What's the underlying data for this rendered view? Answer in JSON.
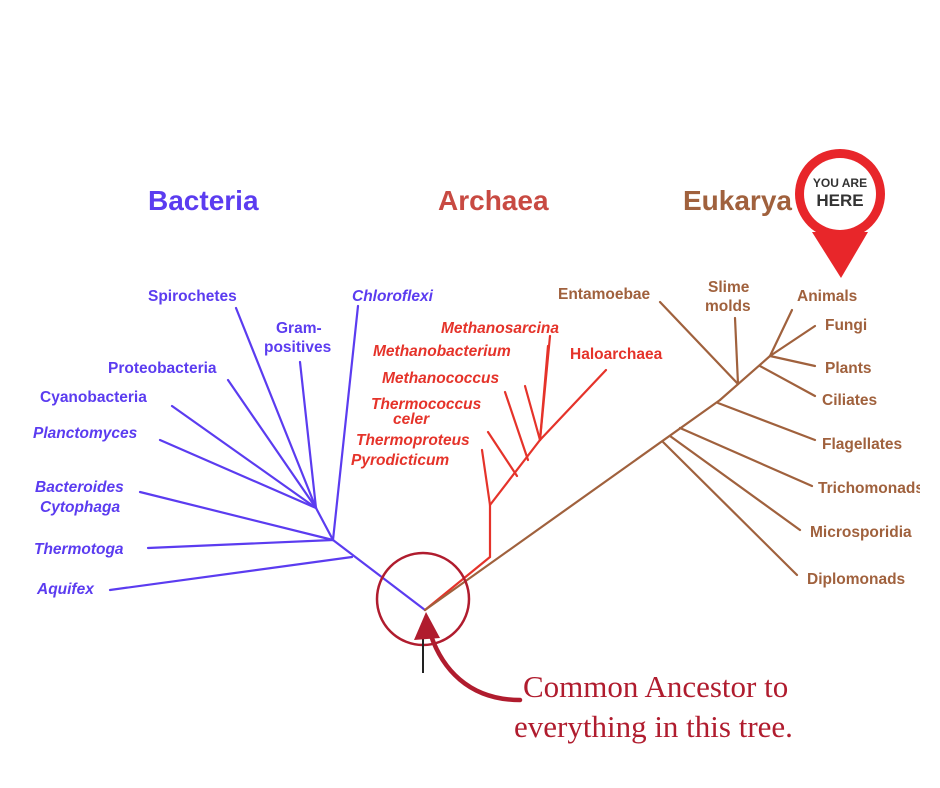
{
  "colors": {
    "bacteria": "#5b3cf0",
    "archaea": "#e5332a",
    "eukarya": "#a0613d",
    "annotation": "#b01c2e",
    "pin": "#e8262a"
  },
  "domains": {
    "bacteria": "Bacteria",
    "archaea": "Archaea",
    "eukarya": "Eukarya"
  },
  "bacteria_leaves": {
    "spirochetes": "Spirochetes",
    "gram_1": "Gram-",
    "gram_2": "positives",
    "chloroflexi": "Chloroflexi",
    "proteobacteria": "Proteobacteria",
    "cyanobacteria": "Cyanobacteria",
    "planctomyces": "Planctomyces",
    "bacteroides": "Bacteroides",
    "cytophaga": "Cytophaga",
    "thermotoga": "Thermotoga",
    "aquifex": "Aquifex"
  },
  "archaea_leaves": {
    "methanosarcina": "Methanosarcina",
    "methanobacterium": "Methanobacterium",
    "haloarchaea": "Haloarchaea",
    "methanococcus": "Methanococcus",
    "thermococcus_1": "Thermococcus",
    "thermococcus_2": "celer",
    "thermoproteus": "Thermoproteus",
    "pyrodicticum": "Pyrodicticum"
  },
  "eukarya_leaves": {
    "entamoebae": "Entamoebae",
    "slime_1": "Slime",
    "slime_2": "molds",
    "animals": "Animals",
    "fungi": "Fungi",
    "plants": "Plants",
    "ciliates": "Ciliates",
    "flagellates": "Flagellates",
    "trichomonads": "Trichomonads",
    "microsporidia": "Microsporidia",
    "diplomonads": "Diplomonads"
  },
  "pin": {
    "line1": "YOU ARE",
    "line2": "HERE"
  },
  "annotation": {
    "line1": "Common Ancestor to",
    "line2": "everything in this tree."
  }
}
